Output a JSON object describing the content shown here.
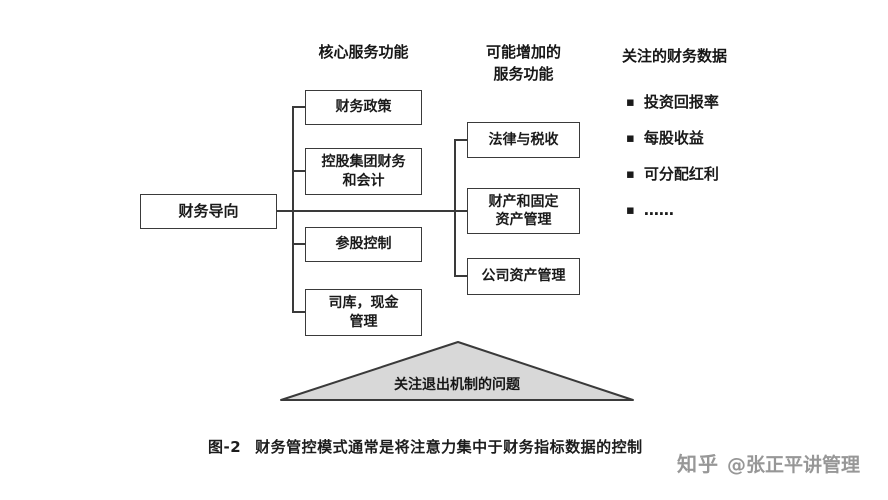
{
  "root": {
    "label": "财务导向"
  },
  "core": {
    "header": "核心服务功能",
    "boxes": [
      "财务政策",
      "控股集团财务\n和会计",
      "参股控制",
      "司库，现金\n管理"
    ]
  },
  "added": {
    "header": "可能增加的\n服务功能",
    "boxes": [
      "法律与税收",
      "财产和固定\n资产管理",
      "公司资产管理"
    ]
  },
  "metrics": {
    "header": "关注的财务数据",
    "bullet": "▪",
    "items": [
      "投资回报率",
      "每股收益",
      "可分配红利",
      "……"
    ]
  },
  "triangle": {
    "label": "关注退出机制的问题",
    "fill": "#d8d8d8",
    "stroke": "#3a3a3a"
  },
  "caption": {
    "fig": "图-2",
    "text": "财务管控模式通常是将注意力集中于财务指标数据的控制"
  },
  "watermark": {
    "brand": "知乎",
    "handle": "@张正平讲管理"
  }
}
